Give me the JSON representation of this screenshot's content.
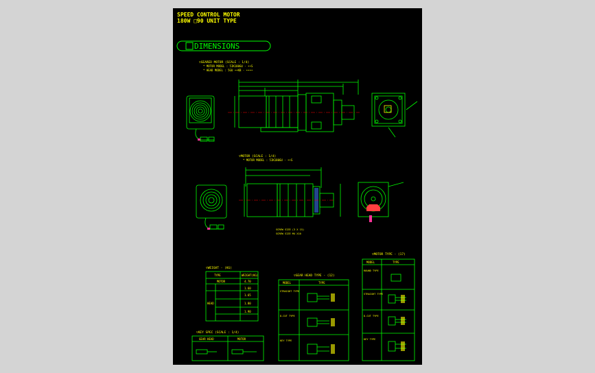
{
  "title": {
    "line1": "SPEED CONTROL MOTOR",
    "line2": "180W  □90   UNIT TYPE"
  },
  "section_label": "DIMENSIONS",
  "views": {
    "geared": {
      "heading": "▽GEARED MOTOR (SCALE : 1/4)",
      "sub1": "* MOTOR MODEL : 5IK180GU - ••S",
      "sub2": "* HEAD MODEL : 5GU  ••KB  - ••••"
    },
    "motor": {
      "heading": "▽MOTOR (SCALE : 1/4)",
      "sub1": "* MOTOR MODEL : 5IK180GU - ••S",
      "note1": "SCREW SIZE (3 X 15)",
      "note2": "SCREW SIZE M4 X10"
    }
  },
  "tables": {
    "weight": {
      "heading": "▽WEIGHT - (KG)",
      "headers": [
        "TYPE",
        "WEIGHT(KG)"
      ],
      "rows": [
        [
          "MOTOR",
          "4.70"
        ],
        [
          "HEAD",
          "1.60"
        ],
        [
          "",
          "1.65"
        ],
        [
          "",
          "1.80"
        ],
        [
          "",
          "1.90"
        ]
      ]
    },
    "gear_head": {
      "heading": "▽GEAR HEAD TYPE - (12)",
      "headers": [
        "MODEL",
        "TYPE"
      ],
      "rows": [
        "STRAIGHT TYPE",
        "D-CUT TYPE",
        "KEY TYPE"
      ]
    },
    "motor_type": {
      "heading": "▽MOTOR TYPE - (17)",
      "headers": [
        "MODEL",
        "TYPE"
      ],
      "rows": [
        "ROUND TYPE",
        "STRAIGHT TYPE",
        "D-CUT TYPE",
        "KEY TYPE"
      ]
    },
    "key_spec": {
      "heading": "▽KEY SPEC (SCALE : 1/4)",
      "headers": [
        "GEAR HEAD",
        "MOTOR"
      ]
    }
  },
  "colors": {
    "line": "#00ff00",
    "text": "#ffff00",
    "centerline": "#ff0000",
    "dimension": "#ffffff",
    "background": "#000000"
  }
}
